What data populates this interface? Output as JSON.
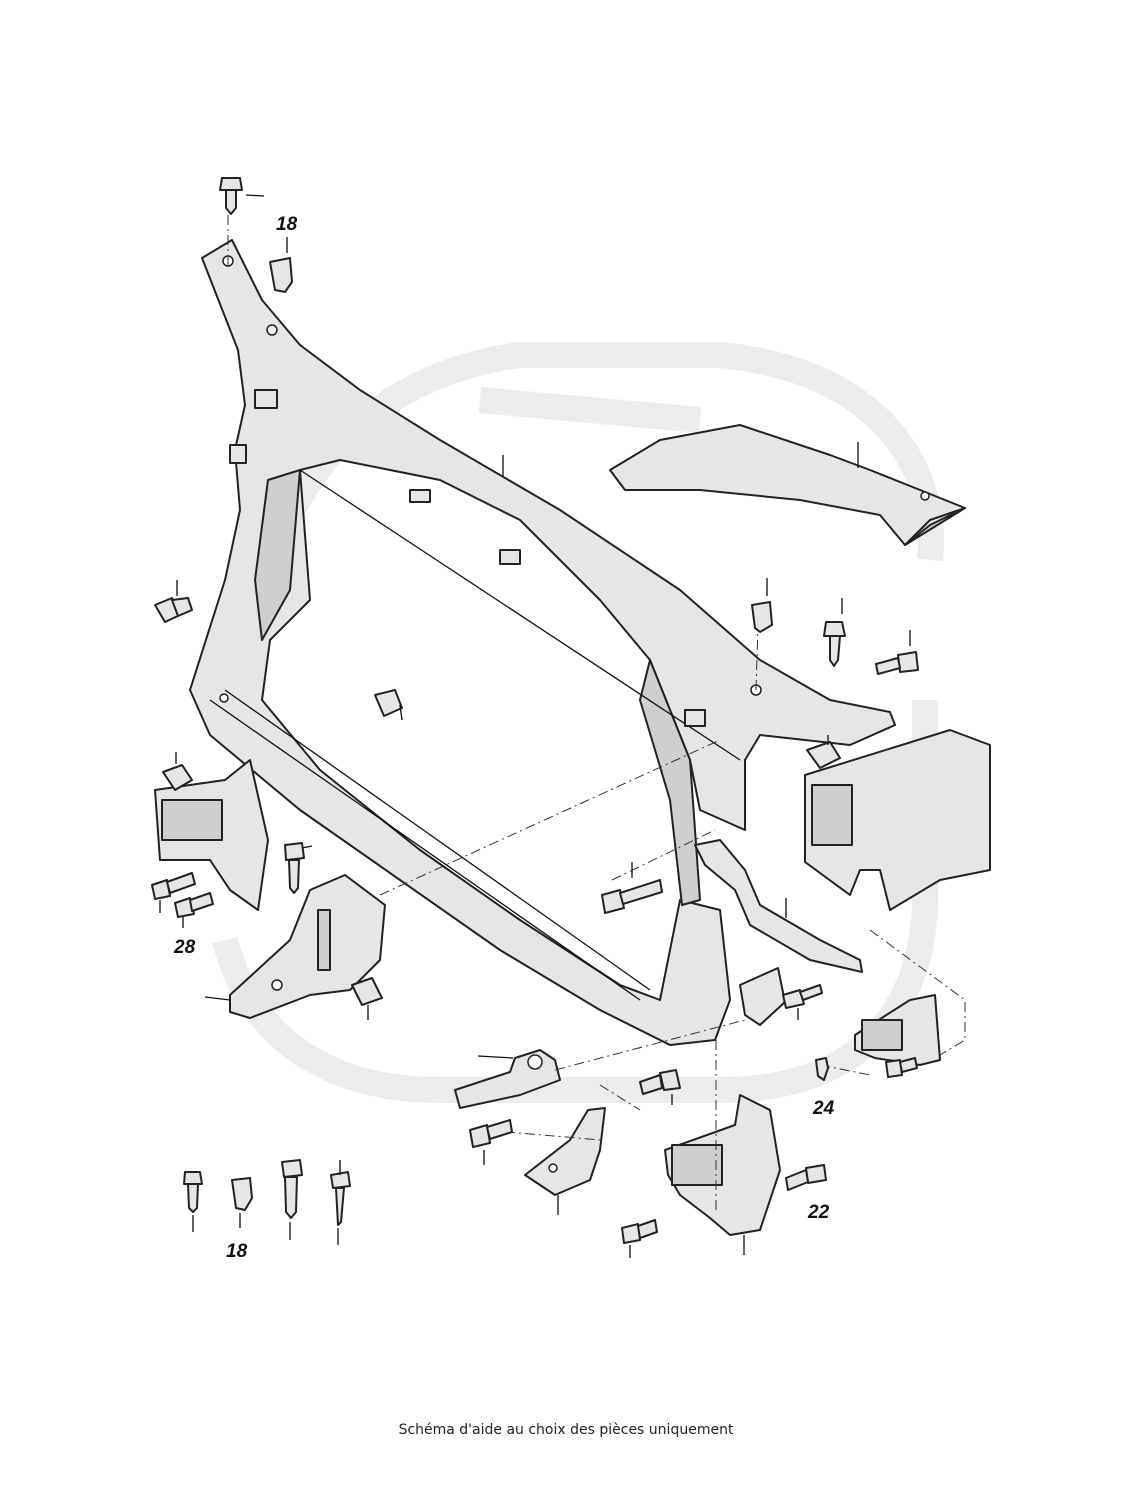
{
  "callouts": {
    "c18_top": "18",
    "c28": "28",
    "c24": "24",
    "c22": "22",
    "c18_bottom": "18"
  },
  "caption": "Schéma d'aide au choix des pièces uniquement",
  "colors": {
    "line": "#222222",
    "part_fill": "#e6e6e6",
    "part_shade": "#cfcfcf",
    "watermark": "#eaeaea"
  },
  "watermark": "brand-logo"
}
